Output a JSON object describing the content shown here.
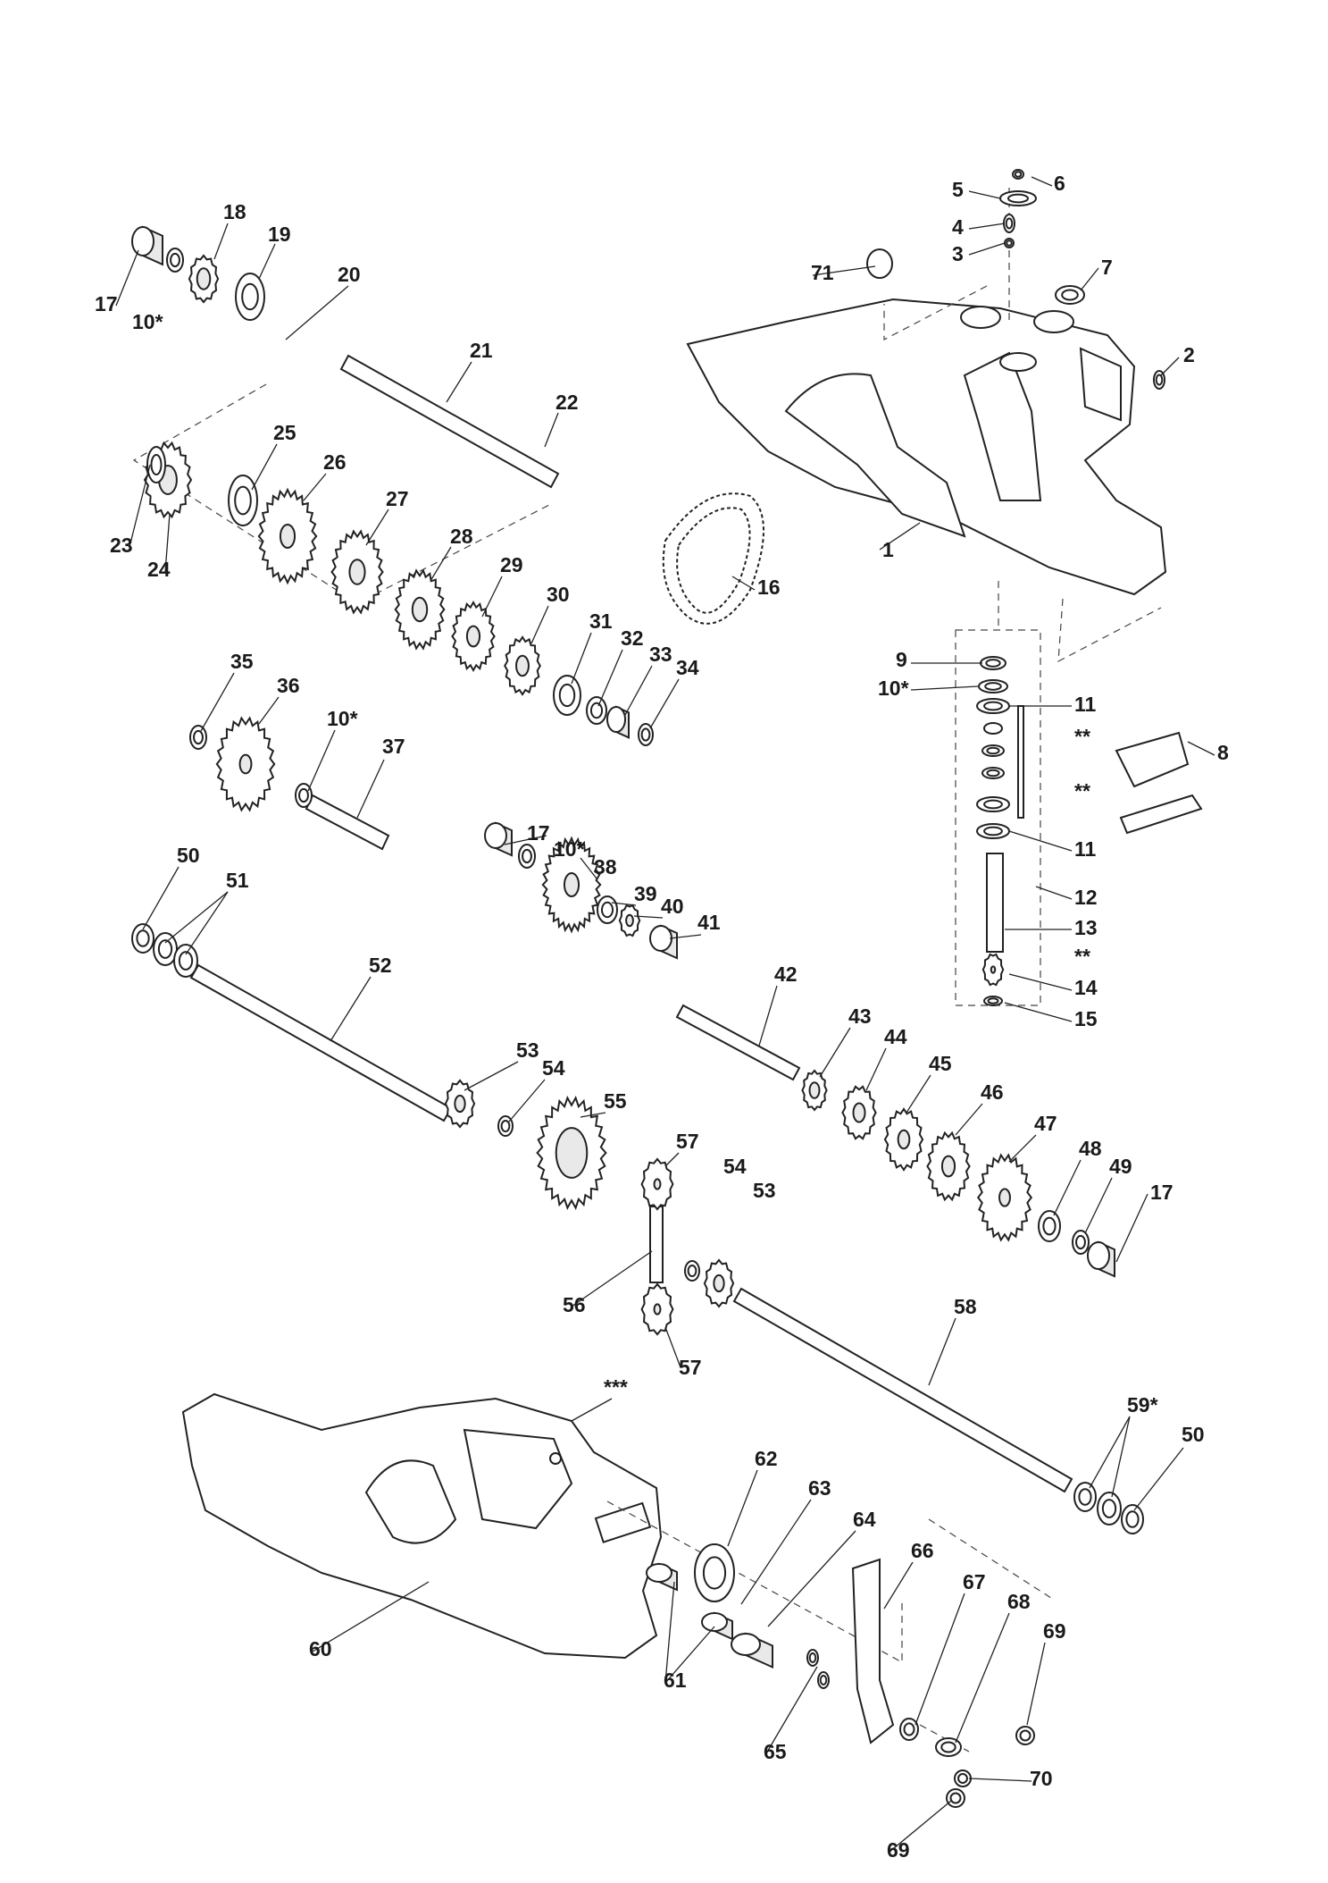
{
  "labels": {
    "p1": "1",
    "p2": "2",
    "p3": "3",
    "p4": "4",
    "p5": "5",
    "p6": "6",
    "p7": "7",
    "p8": "8",
    "p9": "9",
    "p10a": "10*",
    "p10b": "10*",
    "p10c": "10*",
    "p10d": "10*",
    "p11a": "11",
    "p11b": "11",
    "p12": "12",
    "p13": "13",
    "p14": "14",
    "p15": "15",
    "p16": "16",
    "p17a": "17",
    "p17b": "17",
    "p17c": "17",
    "p18": "18",
    "p19": "19",
    "p20": "20",
    "p21": "21",
    "p22": "22",
    "p23": "23",
    "p24": "24",
    "p25": "25",
    "p26": "26",
    "p27": "27",
    "p28": "28",
    "p29": "29",
    "p30": "30",
    "p31": "31",
    "p32": "32",
    "p33": "33",
    "p34": "34",
    "p35": "35",
    "p36": "36",
    "p37": "37",
    "p38": "38",
    "p39": "39",
    "p40": "40",
    "p41": "41",
    "p42": "42",
    "p43": "43",
    "p44": "44",
    "p45": "45",
    "p46": "46",
    "p47": "47",
    "p48": "48",
    "p49": "49",
    "p50a": "50",
    "p50b": "50",
    "p51": "51",
    "p52": "52",
    "p53a": "53",
    "p53b": "53",
    "p54a": "54",
    "p54b": "54",
    "p55": "55",
    "p56": "56",
    "p57a": "57",
    "p57b": "57",
    "p58": "58",
    "p59": "59*",
    "p60": "60",
    "p61": "61",
    "p62": "62",
    "p63": "63",
    "p64": "64",
    "p65": "65",
    "p66": "66",
    "p67": "67",
    "p68": "68",
    "p69a": "69",
    "p69b": "69",
    "p70": "70",
    "p71": "71",
    "dbl1": "**",
    "dbl2": "**",
    "dbl3": "**",
    "triple": "***"
  },
  "colors": {
    "line": "#222222",
    "fill": "#ffffff",
    "shade": "#e9e9e9"
  }
}
